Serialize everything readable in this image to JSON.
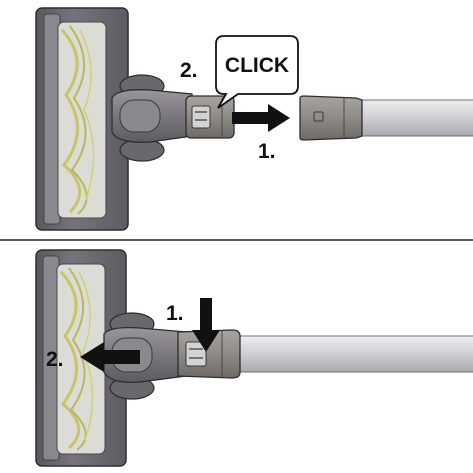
{
  "panel_top": {
    "step_connect_label": "1.",
    "step_click_label": "2.",
    "click_callout_text": "CLICK"
  },
  "panel_bottom": {
    "step_press_label": "1.",
    "step_pull_label": "2."
  },
  "colors": {
    "background": "#ffffff",
    "head_body": "#6f6c73",
    "head_dark": "#4e4b52",
    "brush_window": "#d9d9d4",
    "brush_bristle": "#c9c46a",
    "neck": "#7a777d",
    "tube_light": "#d7d7db",
    "tube_mid": "#b9b9be",
    "cuff": "#8e8a86",
    "arrow": "#111111",
    "divider": "#222222"
  },
  "icons": {
    "arrow_insert": "arrow-right-icon",
    "arrow_press": "arrow-down-icon",
    "arrow_pull": "arrow-left-icon",
    "callout": "speech-bubble-icon"
  }
}
